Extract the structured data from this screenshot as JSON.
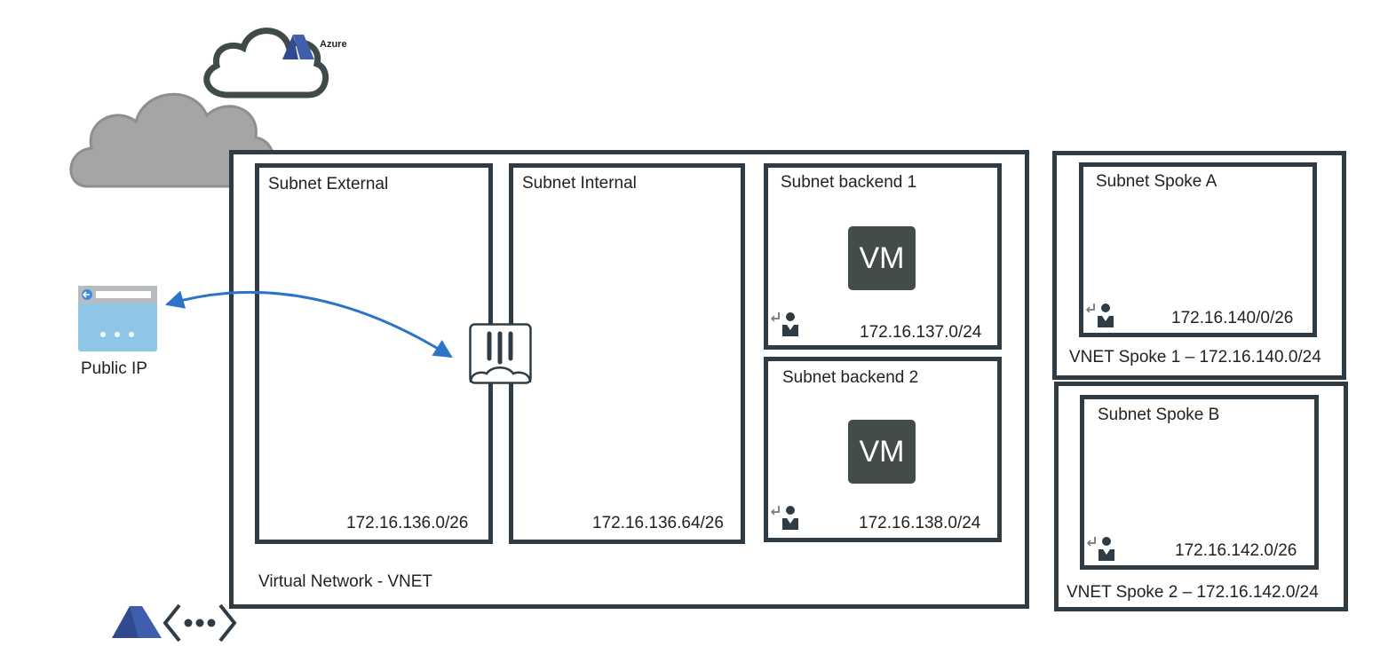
{
  "cloud": {
    "azure_label": "Azure"
  },
  "public_ip": {
    "label": "Public IP"
  },
  "vnet": {
    "label": "Virtual Network - VNET",
    "subnets": {
      "external": {
        "name": "Subnet External",
        "cidr": "172.16.136.0/26"
      },
      "internal": {
        "name": "Subnet Internal",
        "cidr": "172.16.136.64/26"
      },
      "backend1": {
        "name": "Subnet backend 1",
        "cidr": "172.16.137.0/24",
        "vm": "VM"
      },
      "backend2": {
        "name": "Subnet backend 2",
        "cidr": "172.16.138.0/24",
        "vm": "VM"
      }
    }
  },
  "spoke1": {
    "label": "VNET Spoke 1 – 172.16.140.0/24",
    "subnet": {
      "name": "Subnet Spoke A",
      "cidr": "172.16.140/0/26"
    }
  },
  "spoke2": {
    "label": "VNET Spoke 2 – 172.16.142.0/24",
    "subnet": {
      "name": "Subnet Spoke B",
      "cidr": "172.16.142.0/26"
    }
  },
  "colors": {
    "border": "#2f3b45",
    "arrow": "#2d74c8",
    "azure_blue": "#3f5fae",
    "cloud_gray": "#a3a5a7",
    "vm_bg": "#444b4b"
  }
}
